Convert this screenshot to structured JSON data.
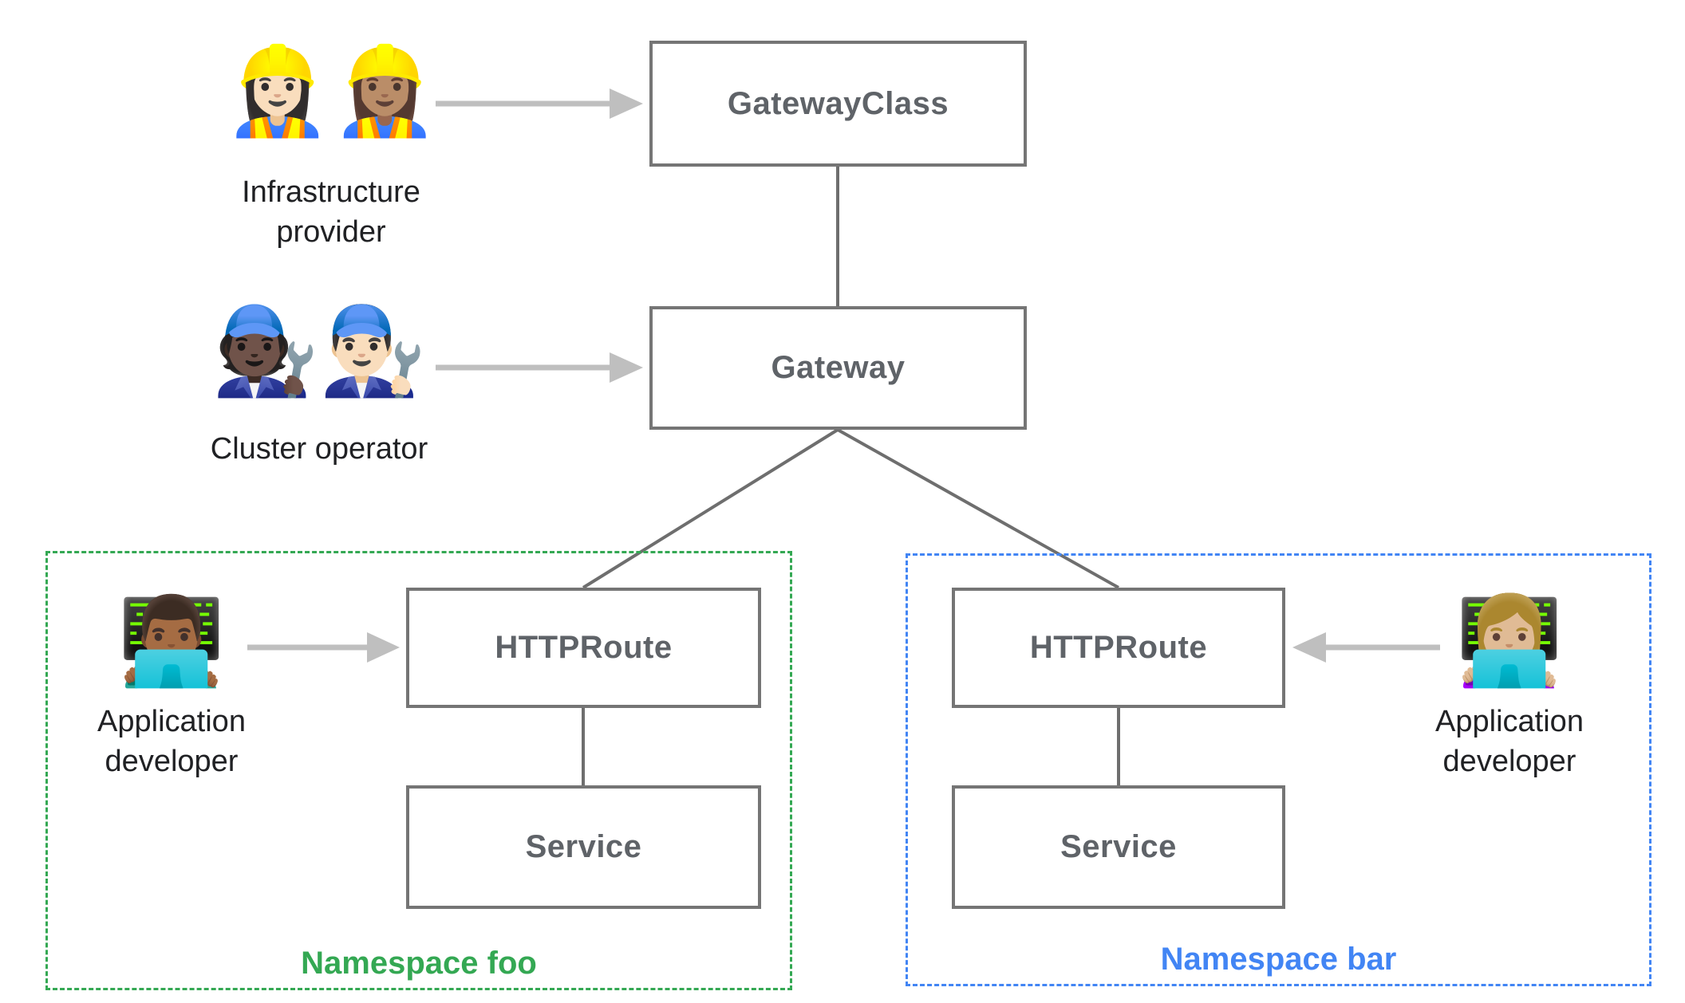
{
  "nodes": {
    "gateway_class": "GatewayClass",
    "gateway": "Gateway",
    "httproute_foo": "HTTPRoute",
    "service_foo": "Service",
    "httproute_bar": "HTTPRoute",
    "service_bar": "Service"
  },
  "actors": {
    "infrastructure_provider": {
      "icon": "👷🏻‍♀️👷🏽‍♀️",
      "label": "Infrastructure provider"
    },
    "cluster_operator": {
      "icon": "🧑🏿‍🔧👨🏻‍🔧",
      "label": "Cluster operator"
    },
    "app_developer_foo": {
      "icon": "👨🏾‍💻",
      "label": "Application developer"
    },
    "app_developer_bar": {
      "icon": "👩🏼‍💻",
      "label": "Application developer"
    }
  },
  "namespaces": {
    "foo": {
      "label": "Namespace foo",
      "color": "#34A853"
    },
    "bar": {
      "label": "Namespace bar",
      "color": "#4285F4"
    }
  },
  "colors": {
    "box_border": "#757575",
    "box_text": "#5F6368",
    "connector": "#6E6E6E",
    "arrow": "#BFBFBF"
  }
}
